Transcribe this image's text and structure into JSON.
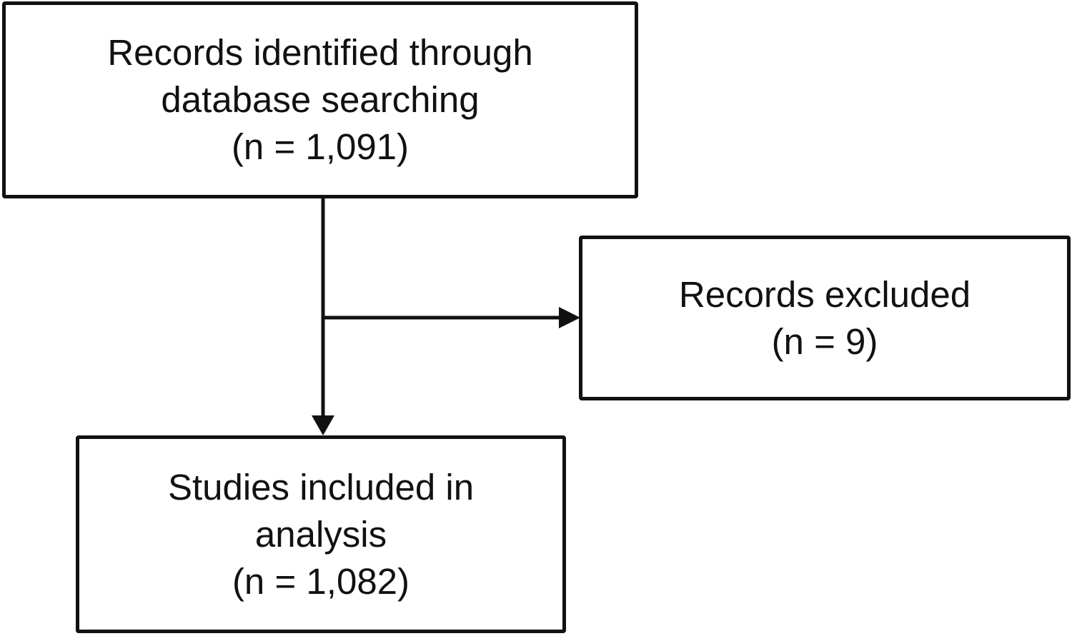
{
  "flowchart": {
    "identified": {
      "line1": "Records identified through",
      "line2": "database searching",
      "line3": "(n = 1,091)"
    },
    "excluded": {
      "line1": "Records excluded",
      "line2": "(n = 9)"
    },
    "included": {
      "line1": "Studies included in",
      "line2": "analysis",
      "line3": "(n = 1,082)"
    }
  },
  "colors": {
    "stroke": "#111111",
    "background": "#ffffff"
  }
}
